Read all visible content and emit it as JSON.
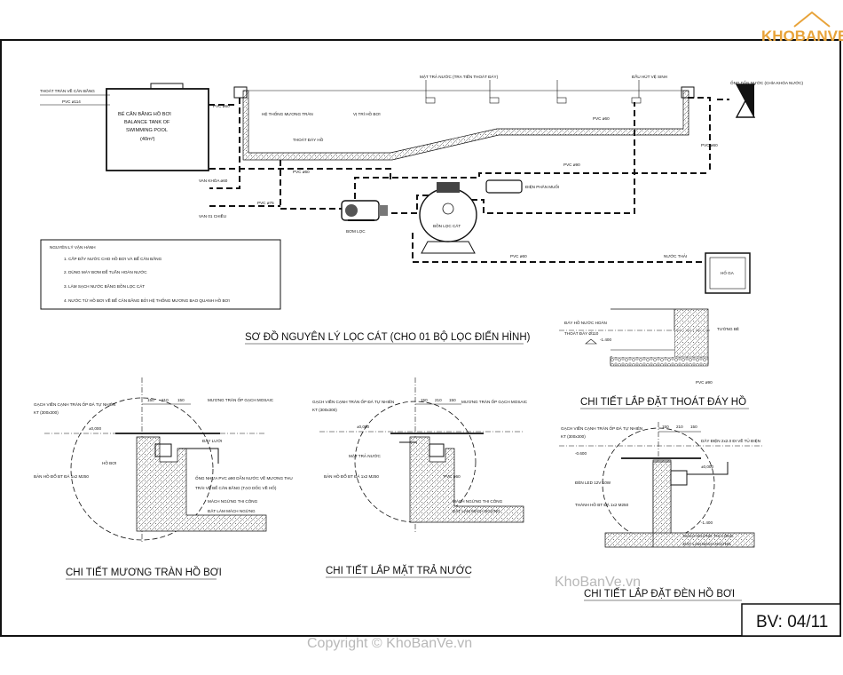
{
  "logo": {
    "text": "KHOBANVE"
  },
  "sheet": {
    "number": "BV: 04/11"
  },
  "watermarks": {
    "center": "KhoBanVe.vn",
    "copyright": "Copyright © KhoBanVe.vn"
  },
  "schematic": {
    "title": "SƠ ĐỒ NGUYÊN LÝ LỌC CÁT (CHO 01 BỘ LỌC ĐIỂN HÌNH)",
    "labels": {
      "city_water": "THOÁT TRÀN VỀ CÂN BẰNG",
      "pvc_inlet": "PVC ø114",
      "balance_tank": "BỂ CÂN BẰNG HỒ BƠI",
      "balance_tank_en1": "BALANCE TANK OF",
      "balance_tank_en2": "SWIMMING POOL",
      "balance_volume": "(40m³)",
      "return_top": "MẶT TRẢ NƯỚC (TRA TIẾN THOÁT ĐÁY)",
      "skimmer": "ĐẦU HÚT VỆ SINH",
      "valve_note": "ỐNG DẪN NƯỚC (CHÌA KHÓA NƯỚC)",
      "gutter": "HỆ THỐNG MƯƠNG TRÀN",
      "pool": "VỊ TRÍ HỒ BƠI",
      "drain": "THOÁT ĐÁY HỒ",
      "pvc60a": "PVC ø60",
      "pvc60b": "PVC ø60",
      "pvc60c": "PVC ø60",
      "pvc60d": "PVC ø60",
      "pvc60e": "PVC ø60",
      "pvc90": "PVC ø90",
      "valve1": "VAN KHÓA ø60",
      "valve2": "VAN 01 CHIỀU",
      "pvc_pump": "PVC ø75",
      "pump": "BƠM LỌC",
      "filter": "BỒN LỌC CÁT",
      "heater": "ĐIỆN PHÂN MUỐI",
      "waste": "NƯỚC THẢI",
      "sump": "HỐ GA"
    },
    "notes": {
      "heading": "NGUYÊN LÝ VẬN HÀNH",
      "items": [
        "1. CẤP ĐẦY NƯỚC CHO HỒ BƠI VÀ BỂ CÂN BẰNG",
        "2. DÙNG MÁY BƠM ĐỂ TUẦN HOÀN NƯỚC",
        "3. LÀM SẠCH NƯỚC BẰNG BỒN LỌC CÁT",
        "4. NƯỚC TỪ HỒ BƠI VỀ BỂ CÂN BẰNG BỞI HỆ THỐNG MƯƠNG BAO QUANH HỒ BƠI"
      ]
    }
  },
  "drain_detail": {
    "title": "CHI TIẾT LẮP ĐẶT THOÁT ĐÁY HỒ",
    "labels": {
      "l1": "ĐÁY HỒ NƯỚC HOÀN",
      "l2": "THOÁT ĐÁY Ø110",
      "l3": "-1.400",
      "l4": "TƯỜNG BÊ",
      "l5": "PVC ø90"
    }
  },
  "gutter_detail": {
    "title": "CHI TIẾT MƯƠNG TRÀN HỒ BƠI",
    "labels": {
      "l1": "GẠCH VIỀN CẠNH TRÀN ỐP ĐÁ TỰ NHIÊN",
      "l2": "KT (300x300)",
      "l3": "MƯƠNG TRÀN ỐP GẠCH MOSAIC",
      "l4": "±0,000",
      "l5": "HỒ BƠI",
      "l6": "BẢN HỒ ĐỔ BT ĐÁ 1x2 M250",
      "l7": "ĐÀY LƯỚI",
      "l8": "ỐNG NHỰA PVC ø90 DẪN NƯỚC VỀ MƯƠNG THU",
      "l9": "TRÁI VỀ BỂ CÂN BẰNG (TẠO DỐC VỀ HỐ)",
      "l10": "MÁCH NGỪNG THI CÔNG",
      "l11": "ĐẶT LÁM MÁCH NGỪNG"
    },
    "dims": [
      "150",
      "210",
      "150"
    ]
  },
  "return_detail": {
    "title": "CHI TIẾT LẮP MẶT TRẢ NƯỚC",
    "labels": {
      "l1": "GẠCH VIỀN CẠNH TRÀN ỐP ĐÁ TỰ NHIÊN",
      "l2": "KT (300x300)",
      "l3": "MƯƠNG TRÀN ỐP GẠCH MOSAIC",
      "l4": "±0,000",
      "l5": "MẶT TRẢ NƯỚC",
      "l6": "BẢN HỒ ĐỔ BT ĐÁ 1x2 M250",
      "l7": "PVC ø60",
      "l8": "MÁCH NGỪNG THI CÔNG",
      "l9": "ĐẶT LÁM MÁCH NGỪNG"
    },
    "dims": [
      "150",
      "210",
      "150"
    ]
  },
  "light_detail": {
    "title": "CHI TIẾT LẮP ĐẶT ĐÈN HỒ BƠI",
    "labels": {
      "l1": "GẠCH VIỀN CẠNH TRÀN ỐP ĐÁ TỰ NHIÊN",
      "l2": "KT (300x300)",
      "l3": "DÂY ĐIỆN 2x2.0 ĐI VỀ TỦ ĐIỆN",
      "l4": "-0.600",
      "l5": "ĐÈN LED 12V 10W",
      "l6": "THÀNH HỒ BT ĐÁ 1x2 M250",
      "l7": "-1.400",
      "l8": "MÁCH NGỪNG THI CÔNG",
      "l9": "ĐẶT LÁM MÁCH NGỪNG",
      "l10": "±0,000"
    },
    "dims": [
      "150",
      "210",
      "150"
    ]
  }
}
